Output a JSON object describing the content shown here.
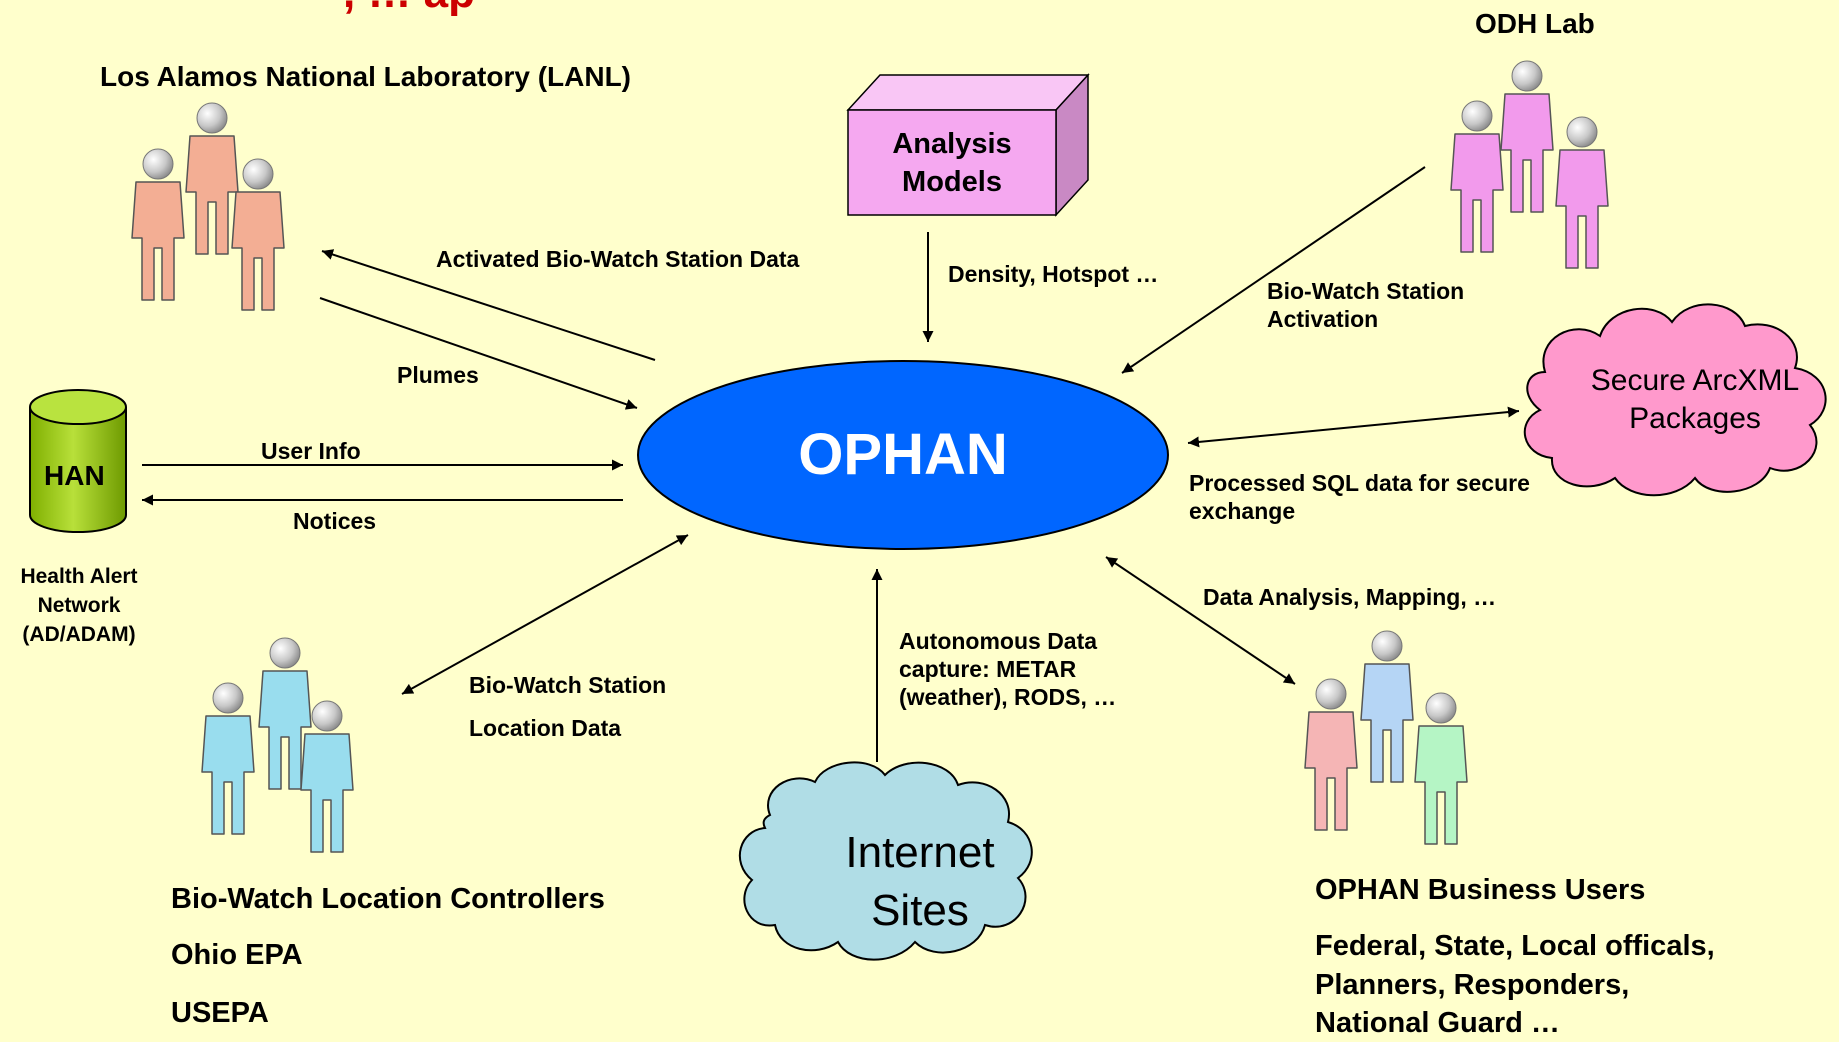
{
  "header_fragment": ", … ap",
  "center": {
    "label": "OPHAN",
    "fill": "#0066FF",
    "text_color": "#FFFFFF"
  },
  "nodes": {
    "lanl": {
      "label": "Los Alamos National Laboratory (LANL)",
      "color": "#F3AE94",
      "icon": "people-group-icon"
    },
    "odh": {
      "label": "ODH Lab",
      "color": "#F29AEC",
      "icon": "people-group-icon"
    },
    "analysis_models": {
      "line1": "Analysis",
      "line2": "Models",
      "color": "#F5A8F0"
    },
    "han": {
      "label": "HAN",
      "caption1": "Health Alert",
      "caption2": "Network",
      "caption3": "(AD/ADAM)",
      "color": "#99CC00"
    },
    "secure_packages": {
      "line1": "Secure ArcXML",
      "line2": "Packages",
      "color": "#FF99CC"
    },
    "biowatch_controllers": {
      "line1": "Bio-Watch Location Controllers",
      "line2": "Ohio EPA",
      "line3": "USEPA",
      "color": "#99DDEE",
      "icon": "people-group-icon"
    },
    "internet_sites": {
      "line1": "Internet",
      "line2": "Sites",
      "color": "#B0DDE6"
    },
    "business_users": {
      "line1": "OPHAN Business Users",
      "line2": "Federal, State, Local officals,",
      "line3": "Planners, Responders,",
      "line4": "National Guard …",
      "colors": [
        "#F5B5B5",
        "#B5D5F5",
        "#B5F5C5"
      ],
      "icon": "people-group-icon"
    }
  },
  "edges": {
    "activated_biowatch": "Activated Bio-Watch Station Data",
    "plumes": "Plumes",
    "density_hotspot": "Density, Hotspot …",
    "biowatch_activation_1": "Bio-Watch Station",
    "biowatch_activation_2": "Activation",
    "user_info": "User Info",
    "notices": "Notices",
    "processed_sql_1": "Processed SQL data for secure",
    "processed_sql_2": "exchange",
    "data_analysis": "Data Analysis, Mapping, …",
    "location_data_1": "Bio-Watch Station",
    "location_data_2": "Location Data",
    "autonomous_1": "Autonomous Data",
    "autonomous_2": "capture: METAR",
    "autonomous_3": "(weather), RODS, …"
  }
}
